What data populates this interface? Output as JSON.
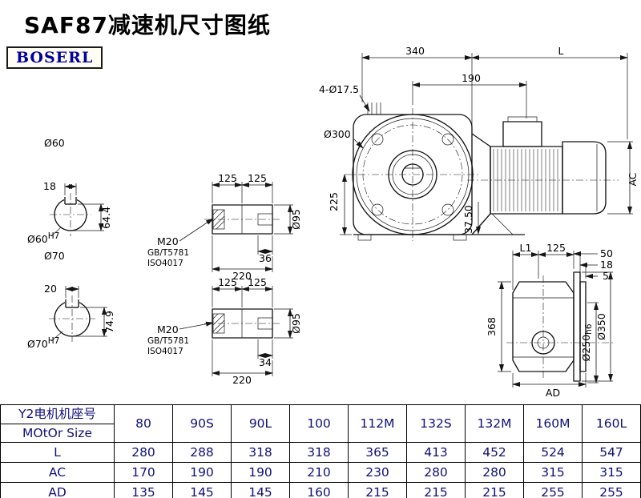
{
  "title": "SAF87减速机尺寸图纸",
  "logo": "BOSERL",
  "views": {
    "shaft_end_60": {
      "label": "Ø60",
      "key_width": "18",
      "key_height": "64.4",
      "bore": "Ø60",
      "bore_tol": "H7"
    },
    "shaft_end_70": {
      "label": "Ø70",
      "key_width": "20",
      "key_height": "74.9",
      "bore": "Ø70",
      "bore_tol": "H7"
    },
    "shaft_detail_top": {
      "seg1": "125",
      "seg2": "125",
      "thread": "M20",
      "std1": "GB/T5781",
      "std2": "ISO4017",
      "key_len": "36",
      "total_len": "220",
      "dia": "Ø95"
    },
    "shaft_detail_bottom": {
      "seg1": "125",
      "seg2": "125",
      "thread": "M20",
      "std1": "GB/T5781",
      "std2": "ISO4017",
      "key_len": "34",
      "total_len": "220",
      "dia": "Ø95"
    },
    "front_view": {
      "width": "340",
      "motor_len": "L",
      "dim190": "190",
      "holes": "4-Ø17.5",
      "flange_dia": "Ø300",
      "height": "225",
      "dim375": "37.50",
      "motor_dia": "AC"
    },
    "side_view": {
      "l1": "L1",
      "dim125": "125",
      "dim50": "50",
      "dim18": "18",
      "dim5": "5",
      "height": "368",
      "spigot": "Ø250",
      "spigot_tol": "h6",
      "flange_od": "Ø350",
      "ad": "AD"
    }
  },
  "table": {
    "corner_line1": "Y2电机机座号",
    "corner_line2": "MOtOr Size",
    "col_headers": [
      "80",
      "90S",
      "90L",
      "100",
      "112M",
      "132S",
      "132M",
      "160M",
      "160L"
    ],
    "rows": [
      {
        "label": "L",
        "values": [
          "280",
          "288",
          "318",
          "318",
          "365",
          "413",
          "452",
          "524",
          "547"
        ]
      },
      {
        "label": "AC",
        "values": [
          "170",
          "190",
          "190",
          "210",
          "230",
          "280",
          "280",
          "315",
          "315"
        ]
      },
      {
        "label": "AD",
        "values": [
          "135",
          "145",
          "145",
          "160",
          "215",
          "215",
          "215",
          "255",
          "255"
        ]
      }
    ]
  }
}
